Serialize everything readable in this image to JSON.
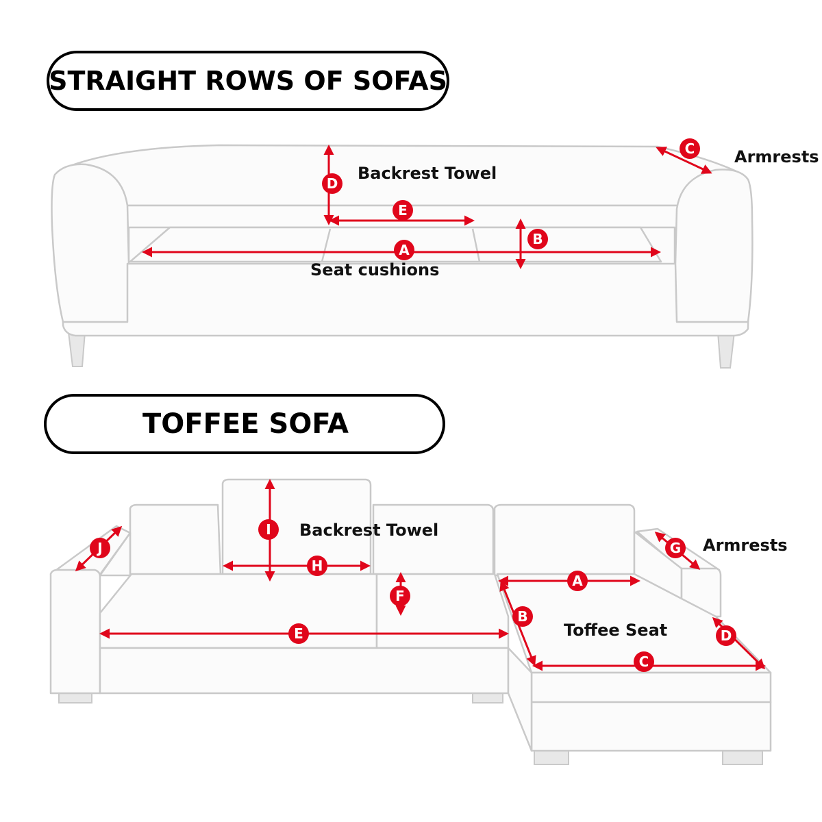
{
  "headings": {
    "straight": "STRAIGHT ROWS OF SOFAS",
    "toffee": "TOFFEE SOFA"
  },
  "straight_sofa": {
    "labels": {
      "backrest": "Backrest Towel",
      "armrests": "Armrests",
      "seat": "Seat cushions"
    },
    "markers": {
      "a": "A",
      "b": "B",
      "c": "C",
      "d": "D",
      "e": "E"
    }
  },
  "toffee_sofa": {
    "labels": {
      "backrest": "Backrest Towel",
      "armrests": "Armrests",
      "seat": "Toffee Seat"
    },
    "markers": {
      "a": "A",
      "b": "B",
      "c": "C",
      "d": "D",
      "e": "E",
      "f": "F",
      "g": "G",
      "h": "H",
      "i": "I",
      "j": "J"
    }
  },
  "colors": {
    "measure": "#e0061b",
    "outline": "#c9c9c9",
    "heading_border": "#000000"
  }
}
